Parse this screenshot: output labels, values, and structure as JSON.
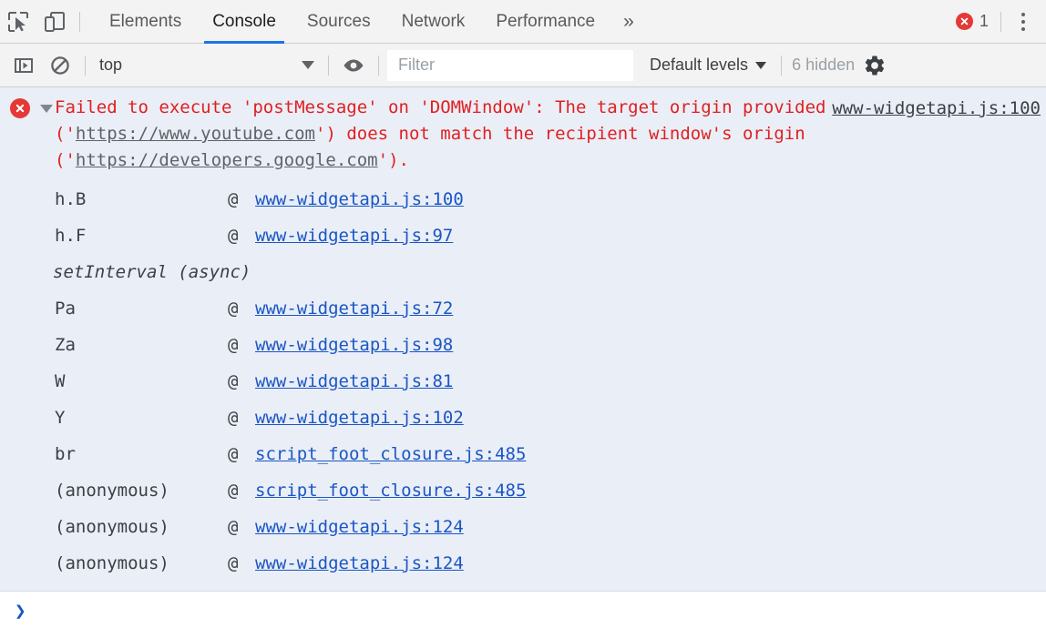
{
  "tabbar": {
    "inspect_icon": "inspect-element-icon",
    "device_icon": "device-toolbar-icon",
    "tabs": [
      {
        "label": "Elements",
        "active": false
      },
      {
        "label": "Console",
        "active": true
      },
      {
        "label": "Sources",
        "active": false
      },
      {
        "label": "Network",
        "active": false
      },
      {
        "label": "Performance",
        "active": false
      }
    ],
    "more_tabs_label": "»",
    "error_count": "1",
    "error_icon": "error-circle-icon",
    "menu_icon": "kebab-menu-icon",
    "accent_color": "#1a73e8",
    "error_color": "#e53935"
  },
  "toolbar": {
    "sidebar_icon": "console-sidebar-icon",
    "clear_icon": "clear-console-icon",
    "context_value": "top",
    "eye_icon": "live-expression-eye-icon",
    "filter_placeholder": "Filter",
    "filter_value": "",
    "levels_label": "Default levels",
    "hidden_label": "6 hidden",
    "settings_icon": "settings-gear-icon"
  },
  "console": {
    "error": {
      "icon": "error-circle-icon",
      "expanded": true,
      "parts": [
        {
          "text": "Failed to execute 'postMessage' on 'DOMWindow': The target origin provided ('",
          "kind": "text"
        },
        {
          "text": "https://www.youtube.com",
          "kind": "url"
        },
        {
          "text": "') does not match the recipient window's origin ('",
          "kind": "text"
        },
        {
          "text": "https://developers.google.com",
          "kind": "url"
        },
        {
          "text": "').",
          "kind": "text"
        }
      ],
      "full_text": "Failed to execute 'postMessage' on 'DOMWindow': The target origin provided ('https://www.youtube.com') does not match the recipient window's origin ('https://developers.google.com').",
      "source_link": "www-widgetapi.js:100",
      "text_color": "#e02020",
      "background": "#eaeef7"
    },
    "stack": [
      {
        "fn": "h.B",
        "at": "@",
        "link": "www-widgetapi.js:100"
      },
      {
        "fn": "h.F",
        "at": "@",
        "link": "www-widgetapi.js:97"
      },
      {
        "fn": "setInterval (async)",
        "at": "",
        "link": "",
        "async": true
      },
      {
        "fn": "Pa",
        "at": "@",
        "link": "www-widgetapi.js:72"
      },
      {
        "fn": "Za",
        "at": "@",
        "link": "www-widgetapi.js:98"
      },
      {
        "fn": "W",
        "at": "@",
        "link": "www-widgetapi.js:81"
      },
      {
        "fn": "Y",
        "at": "@",
        "link": "www-widgetapi.js:102"
      },
      {
        "fn": "br",
        "at": "@",
        "link": "script_foot_closure.js:485"
      },
      {
        "fn": "(anonymous)",
        "at": "@",
        "link": "script_foot_closure.js:485"
      },
      {
        "fn": "(anonymous)",
        "at": "@",
        "link": "www-widgetapi.js:124"
      },
      {
        "fn": "(anonymous)",
        "at": "@",
        "link": "www-widgetapi.js:124"
      }
    ],
    "prompt_symbol": "❯",
    "prompt_value": "",
    "link_color": "#1a56c4"
  }
}
